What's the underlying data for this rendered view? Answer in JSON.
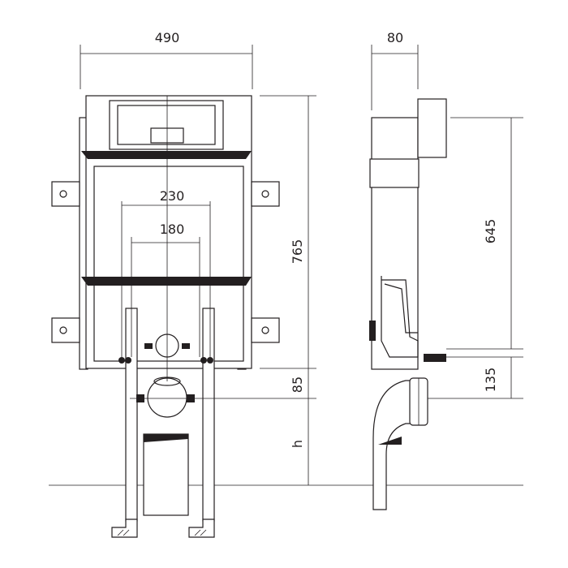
{
  "dimensions": {
    "frame_width": "490",
    "depth": "80",
    "pipe_spacing_outer": "230",
    "pipe_spacing_inner": "180",
    "frame_height": "765",
    "outlet_height": "85",
    "floor_height": "h",
    "button_height": "645",
    "outlet_center": "135"
  },
  "colors": {
    "ink": "#231f20",
    "background": "#ffffff"
  }
}
